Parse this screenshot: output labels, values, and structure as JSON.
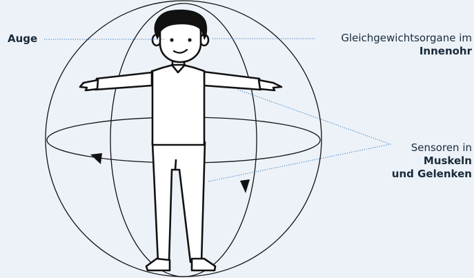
{
  "labels": {
    "eye": "Auge",
    "ear_line1": "Gleichgewichtsorgane im",
    "ear_line2": "Innenohr",
    "sensors_line1": "Sensoren in",
    "sensors_line2": "Muskeln",
    "sensors_line3": "und Gelenken"
  },
  "colors": {
    "background": "#ecf2f8",
    "ink": "#111111",
    "leader_line": "#2e6fb7",
    "text": "#1a2a3a"
  }
}
